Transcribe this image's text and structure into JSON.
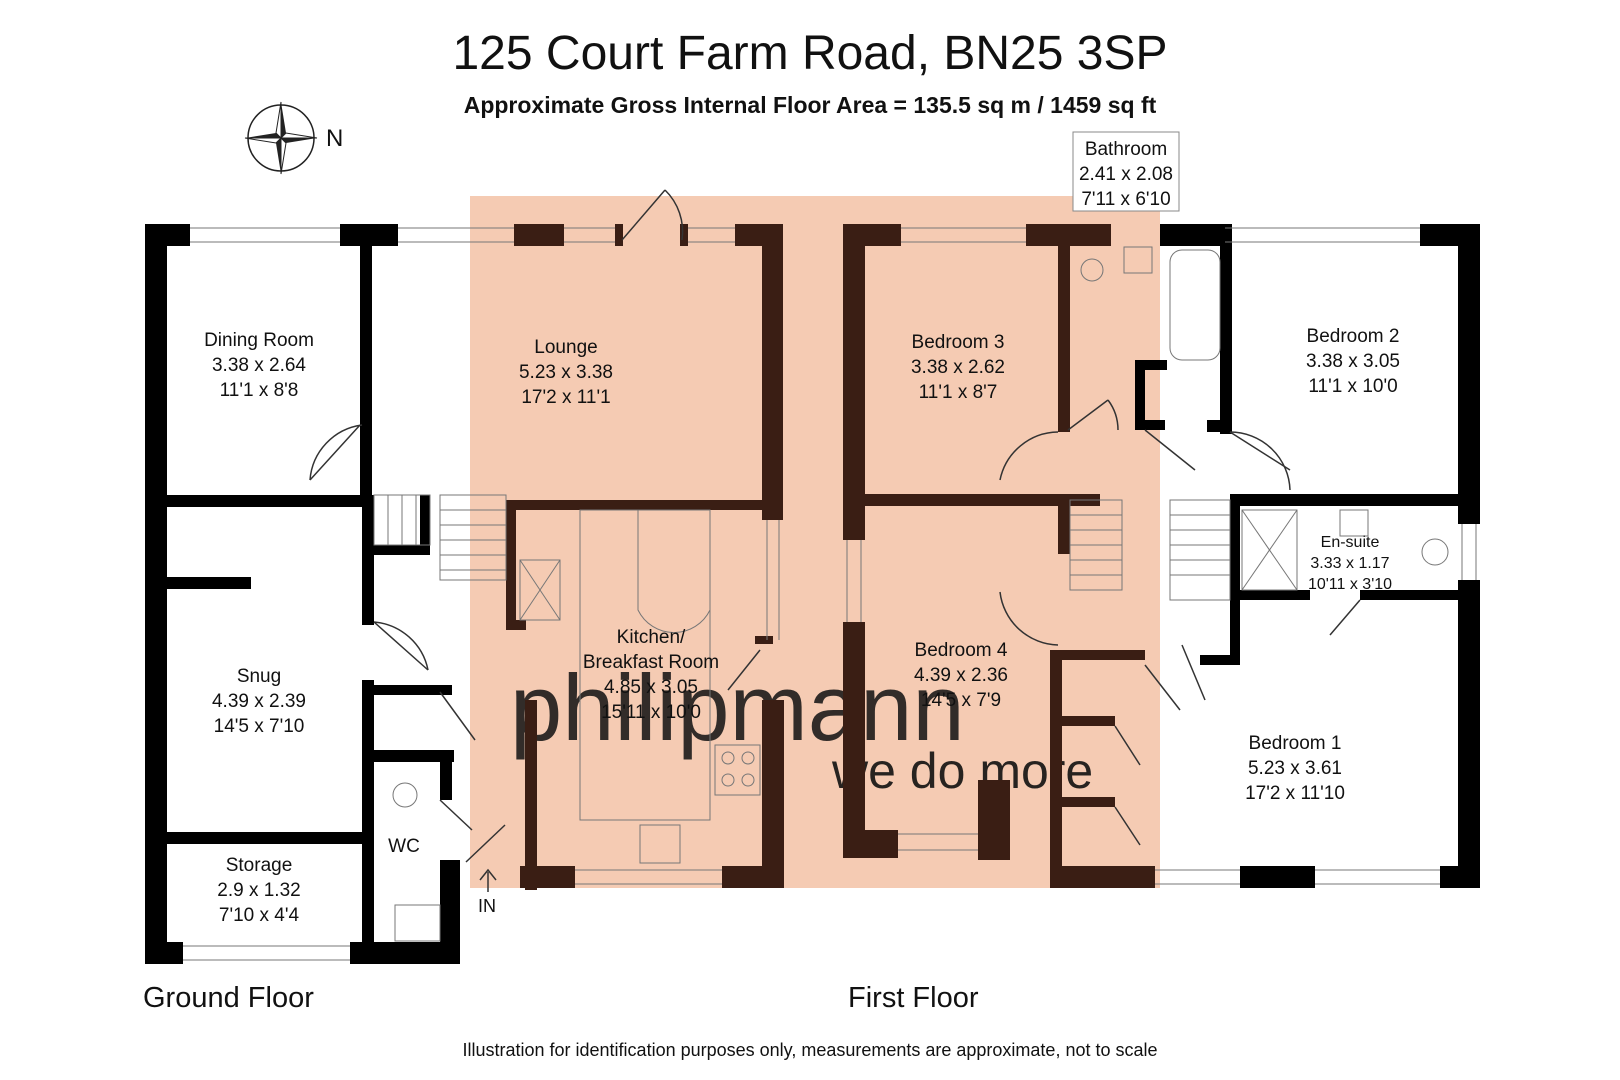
{
  "header": {
    "title": "125 Court Farm Road, BN25 3SP",
    "subtitle": "Approximate Gross Internal Floor Area = 135.5 sq m / 1459 sq ft"
  },
  "compass": {
    "label": "N",
    "icon": "compass-rose-icon"
  },
  "floors": {
    "ground": "Ground Floor",
    "first": "First Floor"
  },
  "entrance": {
    "label": "IN"
  },
  "rooms": {
    "dining": {
      "name": "Dining Room",
      "metric": "3.38 x 2.64",
      "imperial": "11'1 x 8'8"
    },
    "lounge": {
      "name": "Lounge",
      "metric": "5.23 x 3.38",
      "imperial": "17'2 x 11'1"
    },
    "snug": {
      "name": "Snug",
      "metric": "4.39 x 2.39",
      "imperial": "14'5 x 7'10"
    },
    "kitchen": {
      "name1": "Kitchen/",
      "name2": "Breakfast Room",
      "metric": "4.85 x 3.05",
      "imperial": "15'11 x 10'0"
    },
    "storage": {
      "name": "Storage",
      "metric": "2.9 x 1.32",
      "imperial": "7'10 x 4'4"
    },
    "wc": {
      "name": "WC"
    },
    "bathroom": {
      "name": "Bathroom",
      "metric": "2.41 x 2.08",
      "imperial": "7'11 x 6'10"
    },
    "bedroom3": {
      "name": "Bedroom 3",
      "metric": "3.38 x 2.62",
      "imperial": "11'1 x 8'7"
    },
    "bedroom2": {
      "name": "Bedroom 2",
      "metric": "3.38 x 3.05",
      "imperial": "11'1 x 10'0"
    },
    "bedroom4": {
      "name": "Bedroom 4",
      "metric": "4.39 x 2.36",
      "imperial": "14'5 x 7'9"
    },
    "ensuite": {
      "name": "En-suite",
      "metric": "3.33 x 1.17",
      "imperial": "10'11 x 3'10"
    },
    "bedroom1": {
      "name": "Bedroom 1",
      "metric": "5.23 x 3.61",
      "imperial": "17'2 x 11'10"
    }
  },
  "watermark": {
    "brand": "philipmann",
    "tagline": "we do more"
  },
  "footer": {
    "disclaimer": "Illustration for identification purposes only, measurements are approximate, not to scale"
  },
  "colors": {
    "highlight": "#F5CBB3",
    "wall_dark": "#000000",
    "wall_brown": "#3A1E14",
    "watermark": "#B9C3D3"
  }
}
